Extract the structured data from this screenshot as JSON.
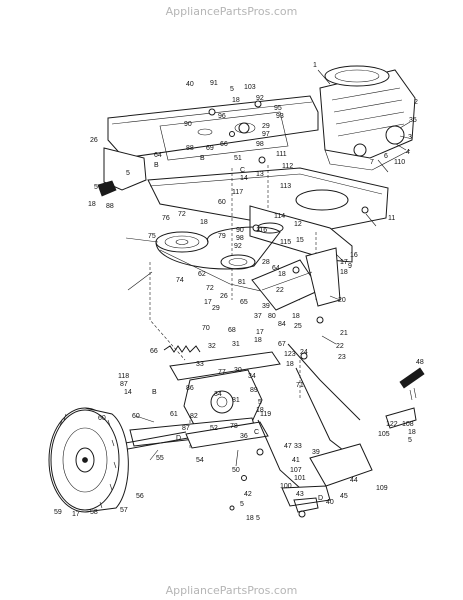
{
  "watermark": {
    "top": "AppliancePartsPros.com",
    "bottom": "AppliancePartsPros.com"
  },
  "callouts": [
    "1",
    "2",
    "3",
    "35",
    "4",
    "6",
    "7",
    "110",
    "11",
    "12",
    "13",
    "14",
    "15",
    "16",
    "17",
    "18",
    "20",
    "21",
    "22",
    "23",
    "24",
    "25",
    "26",
    "27",
    "28",
    "29",
    "30",
    "31",
    "32",
    "33",
    "34",
    "36",
    "37",
    "38",
    "39",
    "40",
    "41",
    "42",
    "43",
    "44",
    "45",
    "47",
    "48",
    "50",
    "51",
    "52",
    "54",
    "55",
    "56",
    "57",
    "58",
    "59",
    "60",
    "61",
    "62",
    "64",
    "65",
    "66",
    "67",
    "68",
    "70",
    "71",
    "72",
    "73",
    "74",
    "75",
    "76",
    "77",
    "78",
    "79",
    "80",
    "81",
    "82",
    "84",
    "86",
    "87",
    "88",
    "89",
    "90",
    "91",
    "92",
    "93",
    "94",
    "95",
    "96",
    "97",
    "98",
    "100",
    "101",
    "103",
    "105",
    "107",
    "108",
    "109",
    "111",
    "112",
    "113",
    "114",
    "115",
    "116",
    "117",
    "118",
    "119",
    "122",
    "123",
    "B",
    "C",
    "D"
  ]
}
